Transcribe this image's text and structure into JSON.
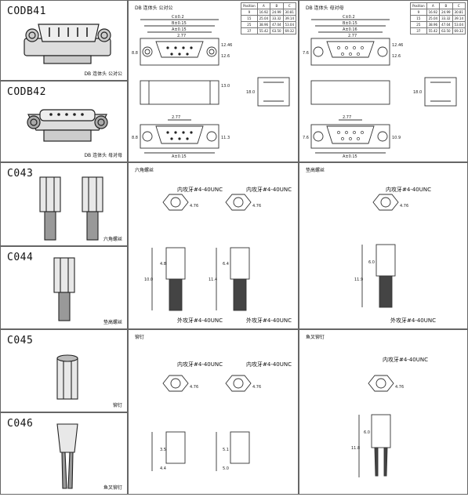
{
  "rows": {
    "codb41": {
      "code": "CODB41",
      "caption": "DB 连体头 公对公"
    },
    "codb42": {
      "code": "CODB42",
      "caption": "DB 连体头 母对母"
    },
    "c043": {
      "code": "C043",
      "caption": "六角螺丝"
    },
    "c044": {
      "code": "C044",
      "caption": "垫高螺丝"
    },
    "c045": {
      "code": "C045",
      "caption": "铆钉"
    },
    "c046": {
      "code": "C046",
      "caption": "鱼叉铆钉"
    }
  },
  "panels": {
    "db_left_title": "DB 连体头 公对公",
    "db_right_title": "DB 连体头 母对母",
    "hex_title": "六角螺丝",
    "standoff_title": "垫高螺丝",
    "rivet_title": "铆钉",
    "fork_title": "鱼叉铆钉"
  },
  "threads": {
    "internal": "内攻牙#4-40UNC",
    "external": "外攻牙#4-40UNC"
  },
  "dims": {
    "c": "C±0.2",
    "b": "B±0.15",
    "a": "A±0.15",
    "a_right": "A±0.16",
    "d277": "2.77",
    "d1246": "12.46",
    "d126": "12.6",
    "d88": "8.8",
    "d76": "7.6",
    "d130": "13.0",
    "d180": "18.0",
    "d113": "11.3",
    "d109": "10.9",
    "d476": "4.76",
    "d48": "4.8",
    "d64": "6.4",
    "d100": "10.0",
    "d114": "11.4",
    "d119": "11.9",
    "d60": "6.0",
    "d35": "3.5",
    "d51": "5.1",
    "d44": "4.4",
    "d50": "5.0",
    "d118": "11.8"
  },
  "table": {
    "headers": [
      "Position",
      "A",
      "B",
      "C"
    ],
    "rows": [
      [
        "9",
        "16.92",
        "24.99",
        "30.81"
      ],
      [
        "15",
        "25.04",
        "33.32",
        "39.14"
      ],
      [
        "25",
        "38.96",
        "47.04",
        "53.04"
      ],
      [
        "37",
        "55.42",
        "63.50",
        "69.32"
      ]
    ]
  }
}
